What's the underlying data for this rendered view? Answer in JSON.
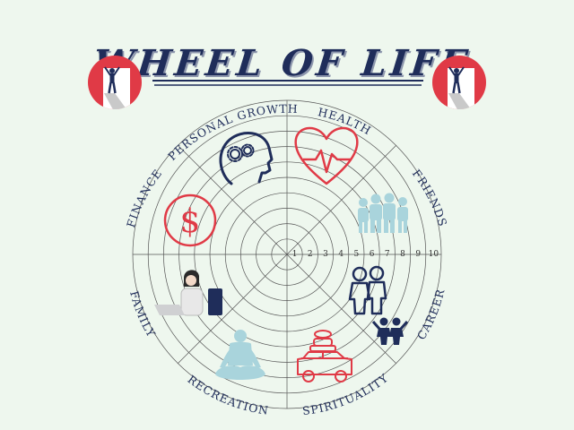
{
  "title": "WHEEL OF LIFE",
  "colors": {
    "background": "#eef7ee",
    "navy": "#1f2d5a",
    "red": "#e03a46",
    "grid": "#555555",
    "light_blue": "#a9d4dc"
  },
  "categories": [
    "HEALTH",
    "FRIENDS",
    "FAMILY",
    "RECREATION",
    "SPIRITUALITY",
    "CAREER",
    "FINANCE",
    "PERSONAL GROWTH"
  ],
  "scale": [
    "1",
    "2",
    "3",
    "4",
    "5",
    "6",
    "7",
    "8",
    "9",
    "10"
  ],
  "icons": [
    "logo-figure-left-icon",
    "logo-figure-right-icon",
    "head-gears-icon",
    "heart-pulse-icon",
    "friends-group-icon",
    "dollar-circle-icon",
    "laptop-woman-icon",
    "couple-icon",
    "children-icon",
    "meditation-icon",
    "car-luggage-icon"
  ]
}
